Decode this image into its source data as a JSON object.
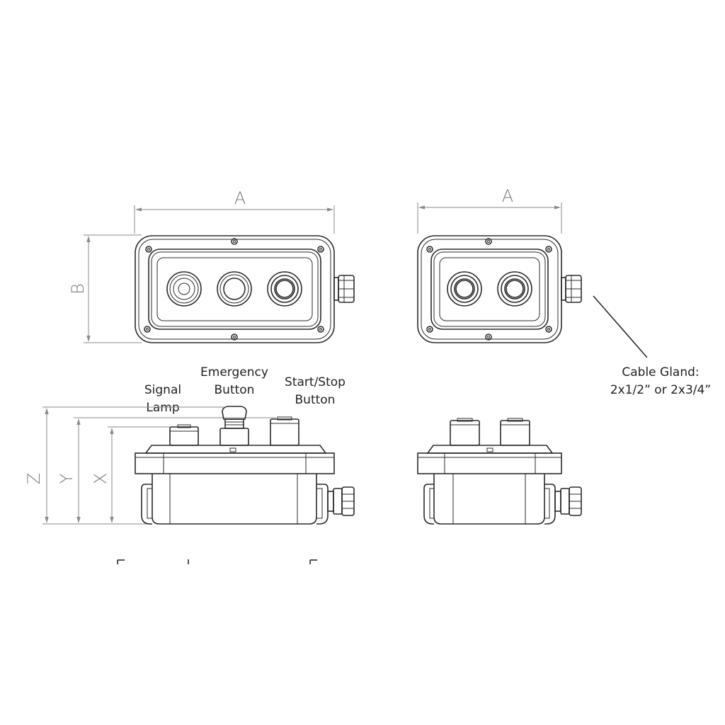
{
  "dimensions": {
    "a_top_left": "A",
    "a_top_right": "A",
    "b": "B",
    "z": "Z",
    "y": "Y",
    "x": "X"
  },
  "callouts": {
    "signal_lamp": [
      "Signal",
      "Lamp"
    ],
    "emergency_button": [
      "Emergency",
      "Button"
    ],
    "start_stop_button": [
      "Start/Stop",
      "Button"
    ],
    "cable_gland": [
      "Cable Gland:",
      "2x1/2” or 2x3/4”"
    ]
  },
  "colors": {
    "line": "#2b2b2b",
    "dimension": "#8a8a8a",
    "background": "#ffffff"
  }
}
